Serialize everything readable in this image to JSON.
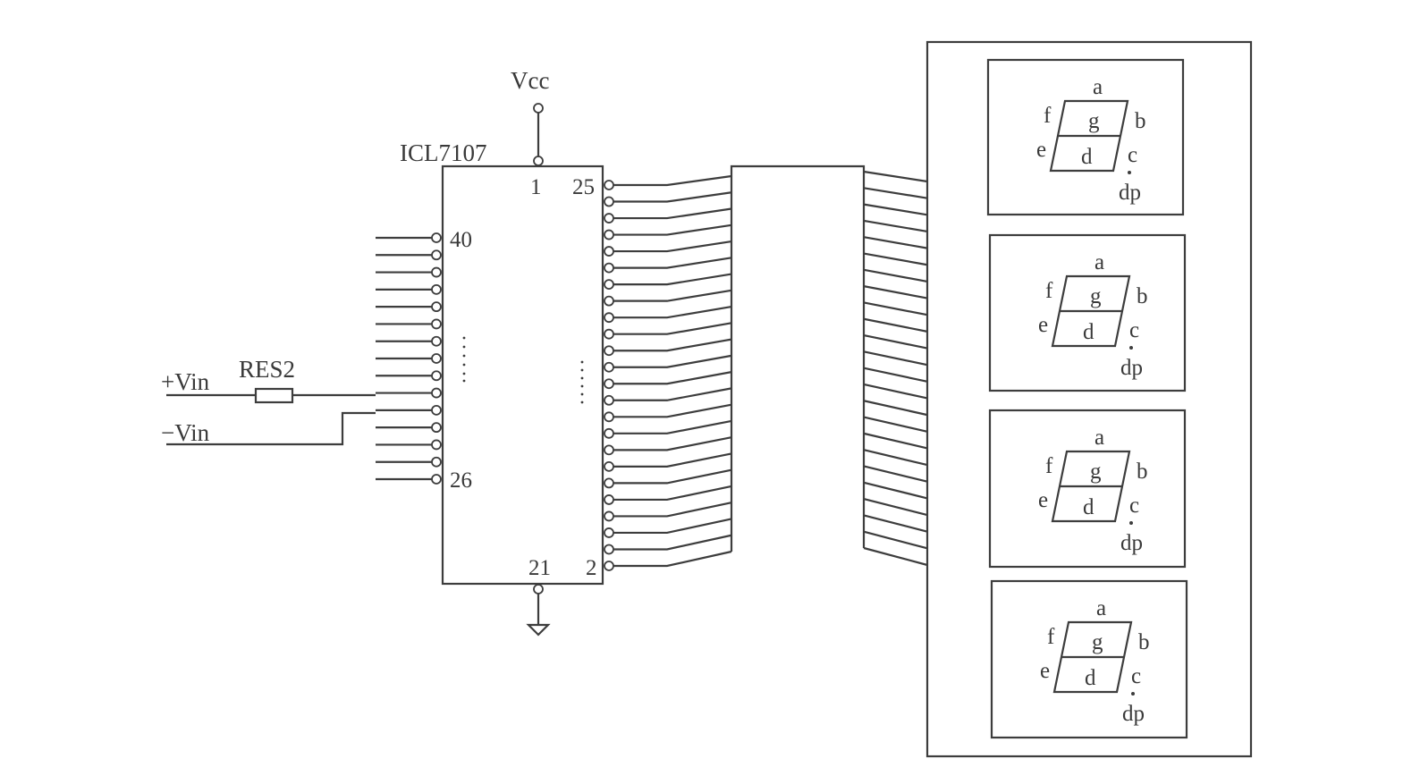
{
  "power": {
    "vcc_label": "Vcc"
  },
  "chip": {
    "part_label": "ICL7107",
    "pins": {
      "top": "1",
      "bottom": "21",
      "left_top": "40",
      "left_bottom": "26",
      "right_top": "25",
      "right_bottom": "2"
    }
  },
  "inputs": {
    "plus_label": "+Vin",
    "minus_label": "−Vin",
    "resistor_label": "RES2"
  },
  "display": {
    "digits": [
      {
        "a": "a",
        "b": "b",
        "c": "c",
        "d": "d",
        "e": "e",
        "f": "f",
        "g": "g",
        "dp": "dp"
      },
      {
        "a": "a",
        "b": "b",
        "c": "c",
        "d": "d",
        "e": "e",
        "f": "f",
        "g": "g",
        "dp": "dp"
      },
      {
        "a": "a",
        "b": "b",
        "c": "c",
        "d": "d",
        "e": "e",
        "f": "f",
        "g": "g",
        "dp": "dp"
      },
      {
        "a": "a",
        "b": "b",
        "c": "c",
        "d": "d",
        "e": "e",
        "f": "f",
        "g": "g",
        "dp": "dp"
      }
    ]
  }
}
